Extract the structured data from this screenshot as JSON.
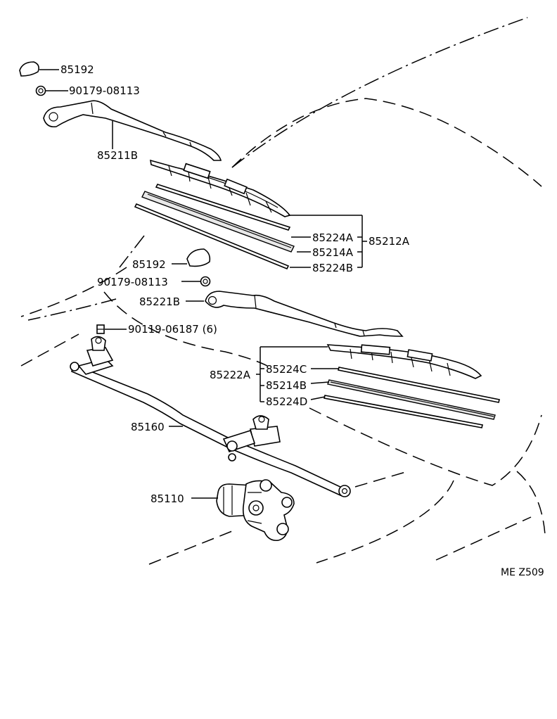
{
  "parts": {
    "cap_upper": "85192",
    "nut_upper": "90179-08113",
    "arm_left": "85211B",
    "insert_left_a": "85224A",
    "blade_left": "85212A",
    "rubber_left": "85214A",
    "insert_left_b": "85224B",
    "cap_lower": "85192",
    "nut_lower": "90179-08113",
    "arm_right": "85221B",
    "bolt": "90119-06187 (6)",
    "blade_right": "85222A",
    "insert_right_c": "85224C",
    "rubber_right": "85214B",
    "insert_right_d": "85224D",
    "link": "85160",
    "motor": "85110"
  },
  "diagram_code": "ME Z509"
}
